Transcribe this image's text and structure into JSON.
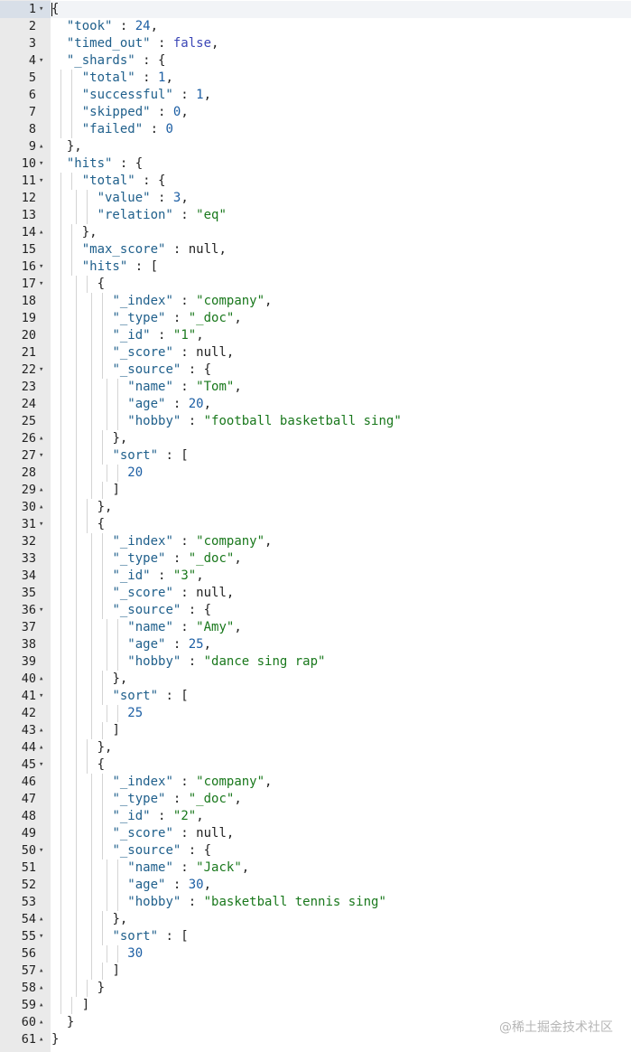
{
  "editor": {
    "lines": [
      {
        "n": "1",
        "fold": "open",
        "indent": 0,
        "tokens": [
          [
            "p",
            "{"
          ]
        ]
      },
      {
        "n": "2",
        "fold": "",
        "indent": 1,
        "tokens": [
          [
            "k",
            "\"took\""
          ],
          [
            "p",
            " : "
          ],
          [
            "n",
            "24"
          ],
          [
            "p",
            ","
          ]
        ]
      },
      {
        "n": "3",
        "fold": "",
        "indent": 1,
        "tokens": [
          [
            "k",
            "\"timed_out\""
          ],
          [
            "p",
            " : "
          ],
          [
            "b",
            "false"
          ],
          [
            "p",
            ","
          ]
        ]
      },
      {
        "n": "4",
        "fold": "open",
        "indent": 1,
        "tokens": [
          [
            "k",
            "\"_shards\""
          ],
          [
            "p",
            " : {"
          ]
        ]
      },
      {
        "n": "5",
        "fold": "",
        "indent": 2,
        "tokens": [
          [
            "k",
            "\"total\""
          ],
          [
            "p",
            " : "
          ],
          [
            "n",
            "1"
          ],
          [
            "p",
            ","
          ]
        ]
      },
      {
        "n": "6",
        "fold": "",
        "indent": 2,
        "tokens": [
          [
            "k",
            "\"successful\""
          ],
          [
            "p",
            " : "
          ],
          [
            "n",
            "1"
          ],
          [
            "p",
            ","
          ]
        ]
      },
      {
        "n": "7",
        "fold": "",
        "indent": 2,
        "tokens": [
          [
            "k",
            "\"skipped\""
          ],
          [
            "p",
            " : "
          ],
          [
            "n",
            "0"
          ],
          [
            "p",
            ","
          ]
        ]
      },
      {
        "n": "8",
        "fold": "",
        "indent": 2,
        "tokens": [
          [
            "k",
            "\"failed\""
          ],
          [
            "p",
            " : "
          ],
          [
            "n",
            "0"
          ]
        ]
      },
      {
        "n": "9",
        "fold": "close",
        "indent": 1,
        "tokens": [
          [
            "p",
            "},"
          ]
        ]
      },
      {
        "n": "10",
        "fold": "open",
        "indent": 1,
        "tokens": [
          [
            "k",
            "\"hits\""
          ],
          [
            "p",
            " : {"
          ]
        ]
      },
      {
        "n": "11",
        "fold": "open",
        "indent": 2,
        "tokens": [
          [
            "k",
            "\"total\""
          ],
          [
            "p",
            " : {"
          ]
        ]
      },
      {
        "n": "12",
        "fold": "",
        "indent": 3,
        "tokens": [
          [
            "k",
            "\"value\""
          ],
          [
            "p",
            " : "
          ],
          [
            "n",
            "3"
          ],
          [
            "p",
            ","
          ]
        ]
      },
      {
        "n": "13",
        "fold": "",
        "indent": 3,
        "tokens": [
          [
            "k",
            "\"relation\""
          ],
          [
            "p",
            " : "
          ],
          [
            "s",
            "\"eq\""
          ]
        ]
      },
      {
        "n": "14",
        "fold": "close",
        "indent": 2,
        "tokens": [
          [
            "p",
            "},"
          ]
        ]
      },
      {
        "n": "15",
        "fold": "",
        "indent": 2,
        "tokens": [
          [
            "k",
            "\"max_score\""
          ],
          [
            "p",
            " : null,"
          ]
        ]
      },
      {
        "n": "16",
        "fold": "open",
        "indent": 2,
        "tokens": [
          [
            "k",
            "\"hits\""
          ],
          [
            "p",
            " : ["
          ]
        ]
      },
      {
        "n": "17",
        "fold": "open",
        "indent": 3,
        "tokens": [
          [
            "p",
            "{"
          ]
        ]
      },
      {
        "n": "18",
        "fold": "",
        "indent": 4,
        "tokens": [
          [
            "k",
            "\"_index\""
          ],
          [
            "p",
            " : "
          ],
          [
            "s",
            "\"company\""
          ],
          [
            "p",
            ","
          ]
        ]
      },
      {
        "n": "19",
        "fold": "",
        "indent": 4,
        "tokens": [
          [
            "k",
            "\"_type\""
          ],
          [
            "p",
            " : "
          ],
          [
            "s",
            "\"_doc\""
          ],
          [
            "p",
            ","
          ]
        ]
      },
      {
        "n": "20",
        "fold": "",
        "indent": 4,
        "tokens": [
          [
            "k",
            "\"_id\""
          ],
          [
            "p",
            " : "
          ],
          [
            "s",
            "\"1\""
          ],
          [
            "p",
            ","
          ]
        ]
      },
      {
        "n": "21",
        "fold": "",
        "indent": 4,
        "tokens": [
          [
            "k",
            "\"_score\""
          ],
          [
            "p",
            " : null,"
          ]
        ]
      },
      {
        "n": "22",
        "fold": "open",
        "indent": 4,
        "tokens": [
          [
            "k",
            "\"_source\""
          ],
          [
            "p",
            " : {"
          ]
        ]
      },
      {
        "n": "23",
        "fold": "",
        "indent": 5,
        "tokens": [
          [
            "k",
            "\"name\""
          ],
          [
            "p",
            " : "
          ],
          [
            "s",
            "\"Tom\""
          ],
          [
            "p",
            ","
          ]
        ]
      },
      {
        "n": "24",
        "fold": "",
        "indent": 5,
        "tokens": [
          [
            "k",
            "\"age\""
          ],
          [
            "p",
            " : "
          ],
          [
            "n",
            "20"
          ],
          [
            "p",
            ","
          ]
        ]
      },
      {
        "n": "25",
        "fold": "",
        "indent": 5,
        "tokens": [
          [
            "k",
            "\"hobby\""
          ],
          [
            "p",
            " : "
          ],
          [
            "s",
            "\"football basketball sing\""
          ]
        ]
      },
      {
        "n": "26",
        "fold": "close",
        "indent": 4,
        "tokens": [
          [
            "p",
            "},"
          ]
        ]
      },
      {
        "n": "27",
        "fold": "open",
        "indent": 4,
        "tokens": [
          [
            "k",
            "\"sort\""
          ],
          [
            "p",
            " : ["
          ]
        ]
      },
      {
        "n": "28",
        "fold": "",
        "indent": 5,
        "tokens": [
          [
            "n",
            "20"
          ]
        ]
      },
      {
        "n": "29",
        "fold": "close",
        "indent": 4,
        "tokens": [
          [
            "p",
            "]"
          ]
        ]
      },
      {
        "n": "30",
        "fold": "close",
        "indent": 3,
        "tokens": [
          [
            "p",
            "},"
          ]
        ]
      },
      {
        "n": "31",
        "fold": "open",
        "indent": 3,
        "tokens": [
          [
            "p",
            "{"
          ]
        ]
      },
      {
        "n": "32",
        "fold": "",
        "indent": 4,
        "tokens": [
          [
            "k",
            "\"_index\""
          ],
          [
            "p",
            " : "
          ],
          [
            "s",
            "\"company\""
          ],
          [
            "p",
            ","
          ]
        ]
      },
      {
        "n": "33",
        "fold": "",
        "indent": 4,
        "tokens": [
          [
            "k",
            "\"_type\""
          ],
          [
            "p",
            " : "
          ],
          [
            "s",
            "\"_doc\""
          ],
          [
            "p",
            ","
          ]
        ]
      },
      {
        "n": "34",
        "fold": "",
        "indent": 4,
        "tokens": [
          [
            "k",
            "\"_id\""
          ],
          [
            "p",
            " : "
          ],
          [
            "s",
            "\"3\""
          ],
          [
            "p",
            ","
          ]
        ]
      },
      {
        "n": "35",
        "fold": "",
        "indent": 4,
        "tokens": [
          [
            "k",
            "\"_score\""
          ],
          [
            "p",
            " : null,"
          ]
        ]
      },
      {
        "n": "36",
        "fold": "open",
        "indent": 4,
        "tokens": [
          [
            "k",
            "\"_source\""
          ],
          [
            "p",
            " : {"
          ]
        ]
      },
      {
        "n": "37",
        "fold": "",
        "indent": 5,
        "tokens": [
          [
            "k",
            "\"name\""
          ],
          [
            "p",
            " : "
          ],
          [
            "s",
            "\"Amy\""
          ],
          [
            "p",
            ","
          ]
        ]
      },
      {
        "n": "38",
        "fold": "",
        "indent": 5,
        "tokens": [
          [
            "k",
            "\"age\""
          ],
          [
            "p",
            " : "
          ],
          [
            "n",
            "25"
          ],
          [
            "p",
            ","
          ]
        ]
      },
      {
        "n": "39",
        "fold": "",
        "indent": 5,
        "tokens": [
          [
            "k",
            "\"hobby\""
          ],
          [
            "p",
            " : "
          ],
          [
            "s",
            "\"dance sing rap\""
          ]
        ]
      },
      {
        "n": "40",
        "fold": "close",
        "indent": 4,
        "tokens": [
          [
            "p",
            "},"
          ]
        ]
      },
      {
        "n": "41",
        "fold": "open",
        "indent": 4,
        "tokens": [
          [
            "k",
            "\"sort\""
          ],
          [
            "p",
            " : ["
          ]
        ]
      },
      {
        "n": "42",
        "fold": "",
        "indent": 5,
        "tokens": [
          [
            "n",
            "25"
          ]
        ]
      },
      {
        "n": "43",
        "fold": "close",
        "indent": 4,
        "tokens": [
          [
            "p",
            "]"
          ]
        ]
      },
      {
        "n": "44",
        "fold": "close",
        "indent": 3,
        "tokens": [
          [
            "p",
            "},"
          ]
        ]
      },
      {
        "n": "45",
        "fold": "open",
        "indent": 3,
        "tokens": [
          [
            "p",
            "{"
          ]
        ]
      },
      {
        "n": "46",
        "fold": "",
        "indent": 4,
        "tokens": [
          [
            "k",
            "\"_index\""
          ],
          [
            "p",
            " : "
          ],
          [
            "s",
            "\"company\""
          ],
          [
            "p",
            ","
          ]
        ]
      },
      {
        "n": "47",
        "fold": "",
        "indent": 4,
        "tokens": [
          [
            "k",
            "\"_type\""
          ],
          [
            "p",
            " : "
          ],
          [
            "s",
            "\"_doc\""
          ],
          [
            "p",
            ","
          ]
        ]
      },
      {
        "n": "48",
        "fold": "",
        "indent": 4,
        "tokens": [
          [
            "k",
            "\"_id\""
          ],
          [
            "p",
            " : "
          ],
          [
            "s",
            "\"2\""
          ],
          [
            "p",
            ","
          ]
        ]
      },
      {
        "n": "49",
        "fold": "",
        "indent": 4,
        "tokens": [
          [
            "k",
            "\"_score\""
          ],
          [
            "p",
            " : null,"
          ]
        ]
      },
      {
        "n": "50",
        "fold": "open",
        "indent": 4,
        "tokens": [
          [
            "k",
            "\"_source\""
          ],
          [
            "p",
            " : {"
          ]
        ]
      },
      {
        "n": "51",
        "fold": "",
        "indent": 5,
        "tokens": [
          [
            "k",
            "\"name\""
          ],
          [
            "p",
            " : "
          ],
          [
            "s",
            "\"Jack\""
          ],
          [
            "p",
            ","
          ]
        ]
      },
      {
        "n": "52",
        "fold": "",
        "indent": 5,
        "tokens": [
          [
            "k",
            "\"age\""
          ],
          [
            "p",
            " : "
          ],
          [
            "n",
            "30"
          ],
          [
            "p",
            ","
          ]
        ]
      },
      {
        "n": "53",
        "fold": "",
        "indent": 5,
        "tokens": [
          [
            "k",
            "\"hobby\""
          ],
          [
            "p",
            " : "
          ],
          [
            "s",
            "\"basketball tennis sing\""
          ]
        ]
      },
      {
        "n": "54",
        "fold": "close",
        "indent": 4,
        "tokens": [
          [
            "p",
            "},"
          ]
        ]
      },
      {
        "n": "55",
        "fold": "open",
        "indent": 4,
        "tokens": [
          [
            "k",
            "\"sort\""
          ],
          [
            "p",
            " : ["
          ]
        ]
      },
      {
        "n": "56",
        "fold": "",
        "indent": 5,
        "tokens": [
          [
            "n",
            "30"
          ]
        ]
      },
      {
        "n": "57",
        "fold": "close",
        "indent": 4,
        "tokens": [
          [
            "p",
            "]"
          ]
        ]
      },
      {
        "n": "58",
        "fold": "close",
        "indent": 3,
        "tokens": [
          [
            "p",
            "}"
          ]
        ]
      },
      {
        "n": "59",
        "fold": "close",
        "indent": 2,
        "tokens": [
          [
            "p",
            "]"
          ]
        ]
      },
      {
        "n": "60",
        "fold": "close",
        "indent": 1,
        "tokens": [
          [
            "p",
            "}"
          ]
        ]
      },
      {
        "n": "61",
        "fold": "close",
        "indent": 0,
        "tokens": [
          [
            "p",
            "}"
          ]
        ]
      }
    ],
    "active_line": "1",
    "fold_open_icon": "triangle-down-icon",
    "fold_close_icon": "triangle-up-icon"
  },
  "watermark": {
    "text": "@稀土掘金技术社区"
  },
  "colors": {
    "key": "#20608c",
    "string": "#19781c",
    "number": "#1d5fa4",
    "keyword": "#3b46b6",
    "gutter": "#eaeaea"
  }
}
